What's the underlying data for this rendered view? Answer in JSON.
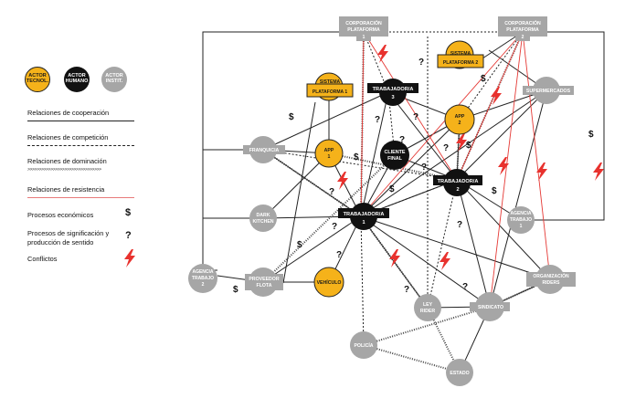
{
  "legend": {
    "actor_tecnol": "ACTOR TECNOL.",
    "actor_humano": "ACTOR HUMANO",
    "actor_instit": "ACTOR INSTIT.",
    "coop": "Relaciones de cooperación",
    "comp": "Relaciones de competición",
    "dom": "Relaciones de dominación",
    "dom_pattern": ">>>>>>>>>>>>>>>>>>>>>>>>>>>>>>>>",
    "res": "Relaciones de resistencia",
    "econ": "Procesos económicos",
    "econ_symbol": "$",
    "sig": "Procesos de significación y producción de sentido",
    "sig_symbol": "?",
    "conf": "Conflictos"
  },
  "nodes": {
    "corp1": [
      "CORPORACIÓN",
      "PLATAFORMA",
      "1"
    ],
    "corp2": [
      "CORPORACIÓN",
      "PLATAFORMA",
      "2"
    ],
    "sp1": [
      "SISTEMA",
      "PLATAFORMA 1"
    ],
    "sp2": [
      "SISTEMA",
      "PLATAFORMA 2"
    ],
    "t3": [
      "TRABAJADOR/A",
      "3"
    ],
    "t2": [
      "TRABAJADOR/A",
      "2"
    ],
    "t1": [
      "TRABAJADOR/A",
      "1"
    ],
    "app1": [
      "APP",
      "1"
    ],
    "app2": [
      "APP",
      "2"
    ],
    "cliente": [
      "CLIENTE",
      "FINAL"
    ],
    "super": [
      "SUPERMERCADOS"
    ],
    "franq": [
      "FRANQUICIA"
    ],
    "dark": [
      "DARK",
      "KITCHEN"
    ],
    "ag1": [
      "AGENCIA",
      "TRABAJO",
      "1"
    ],
    "ag2": [
      "AGENCIA",
      "TRABAJO",
      "2"
    ],
    "prov": [
      "PROVEEDOR",
      "FLOTA"
    ],
    "vehic": [
      "VEHÍCULO"
    ],
    "org": [
      "ORGANIZACIÓN",
      "RIDERS"
    ],
    "ley": [
      "LEY",
      "RIDER"
    ],
    "sind": [
      "SINDICATO"
    ],
    "policia": [
      "POLICÍA"
    ],
    "estado": [
      "ESTADO"
    ]
  },
  "markers": {
    "dollar": "$",
    "question": "?"
  }
}
